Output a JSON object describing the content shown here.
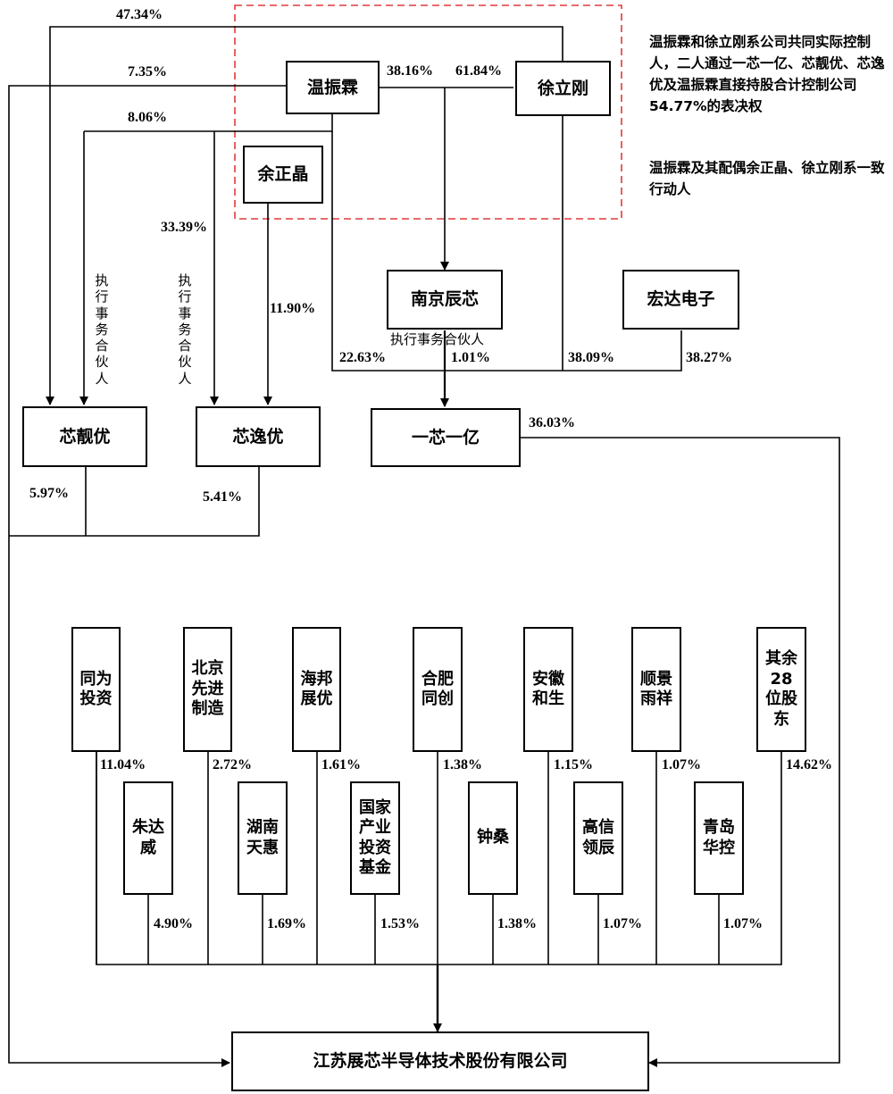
{
  "entities": {
    "wen": "温振霖",
    "xu": "徐立刚",
    "yu": "余正晶",
    "nanjing": "南京辰芯",
    "hongda": "宏达电子",
    "xinliangyou": "芯靓优",
    "xinyiyou": "芯逸优",
    "yixin": "一芯一亿",
    "company": "江苏展芯半导体技术股份有限公司",
    "tongwei": "同为投资",
    "beijing": "北京先进制造",
    "haibang": "海邦展优",
    "hefei": "合肥同创",
    "anhui": "安徽和生",
    "shunjing": "顺景雨祥",
    "others": "其余28位股东",
    "zhudawei": "朱达威",
    "hunan": "湖南天惠",
    "guojia": "国家产业投资基金",
    "zhongsang": "钟桑",
    "gaoxin": "高信领辰",
    "qingdao": "青岛华控"
  },
  "percentages": {
    "p4734": "47.34%",
    "p735": "7.35%",
    "p806": "8.06%",
    "p3816": "38.16%",
    "p6184": "61.84%",
    "p3339": "33.39%",
    "p1190": "11.90%",
    "p2263": "22.63%",
    "p101": "1.01%",
    "p3809": "38.09%",
    "p3827": "38.27%",
    "p3603": "36.03%",
    "p597": "5.97%",
    "p541": "5.41%",
    "p1104": "11.04%",
    "p272": "2.72%",
    "p161": "1.61%",
    "p138a": "1.38%",
    "p115": "1.15%",
    "p107a": "1.07%",
    "p1462": "14.62%",
    "p490": "4.90%",
    "p169": "1.69%",
    "p153": "1.53%",
    "p138b": "1.38%",
    "p107b": "1.07%",
    "p107c": "1.07%"
  },
  "labels": {
    "exec_partner": "执行事务合伙人"
  },
  "notes": {
    "note1": "温振霖和徐立刚系公司共同实际控制人，二人通过一芯一亿、芯靓优、芯逸优及温振霖直接持股合计控制公司54.77%的表决权",
    "note2": "温振霖及其配偶余正晶、徐立刚系一致行动人"
  },
  "colors": {
    "line": "#000000",
    "dashed_frame": "#e03a3a"
  }
}
